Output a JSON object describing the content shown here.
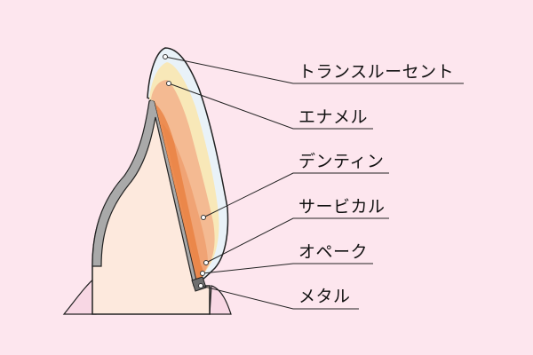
{
  "diagram": {
    "labels": [
      {
        "id": "translucent",
        "text": "トランスルーセント"
      },
      {
        "id": "enamel",
        "text": "エナメル"
      },
      {
        "id": "dentin",
        "text": "デンティン"
      },
      {
        "id": "cervical",
        "text": "サービカル"
      },
      {
        "id": "opaque",
        "text": "オペーク"
      },
      {
        "id": "metal",
        "text": "メタル"
      }
    ]
  },
  "colors": {
    "background": "#fde6ee",
    "tooth_base": "#fde9dd",
    "metal": "#a9a9a9",
    "translucent": "#e9f2f8",
    "enamel": "#f8e8b8",
    "dentin": "#f3b58e",
    "cervical": "#ef9f6e",
    "opaque": "#e97d3c",
    "gum": "#f8d7e4"
  }
}
